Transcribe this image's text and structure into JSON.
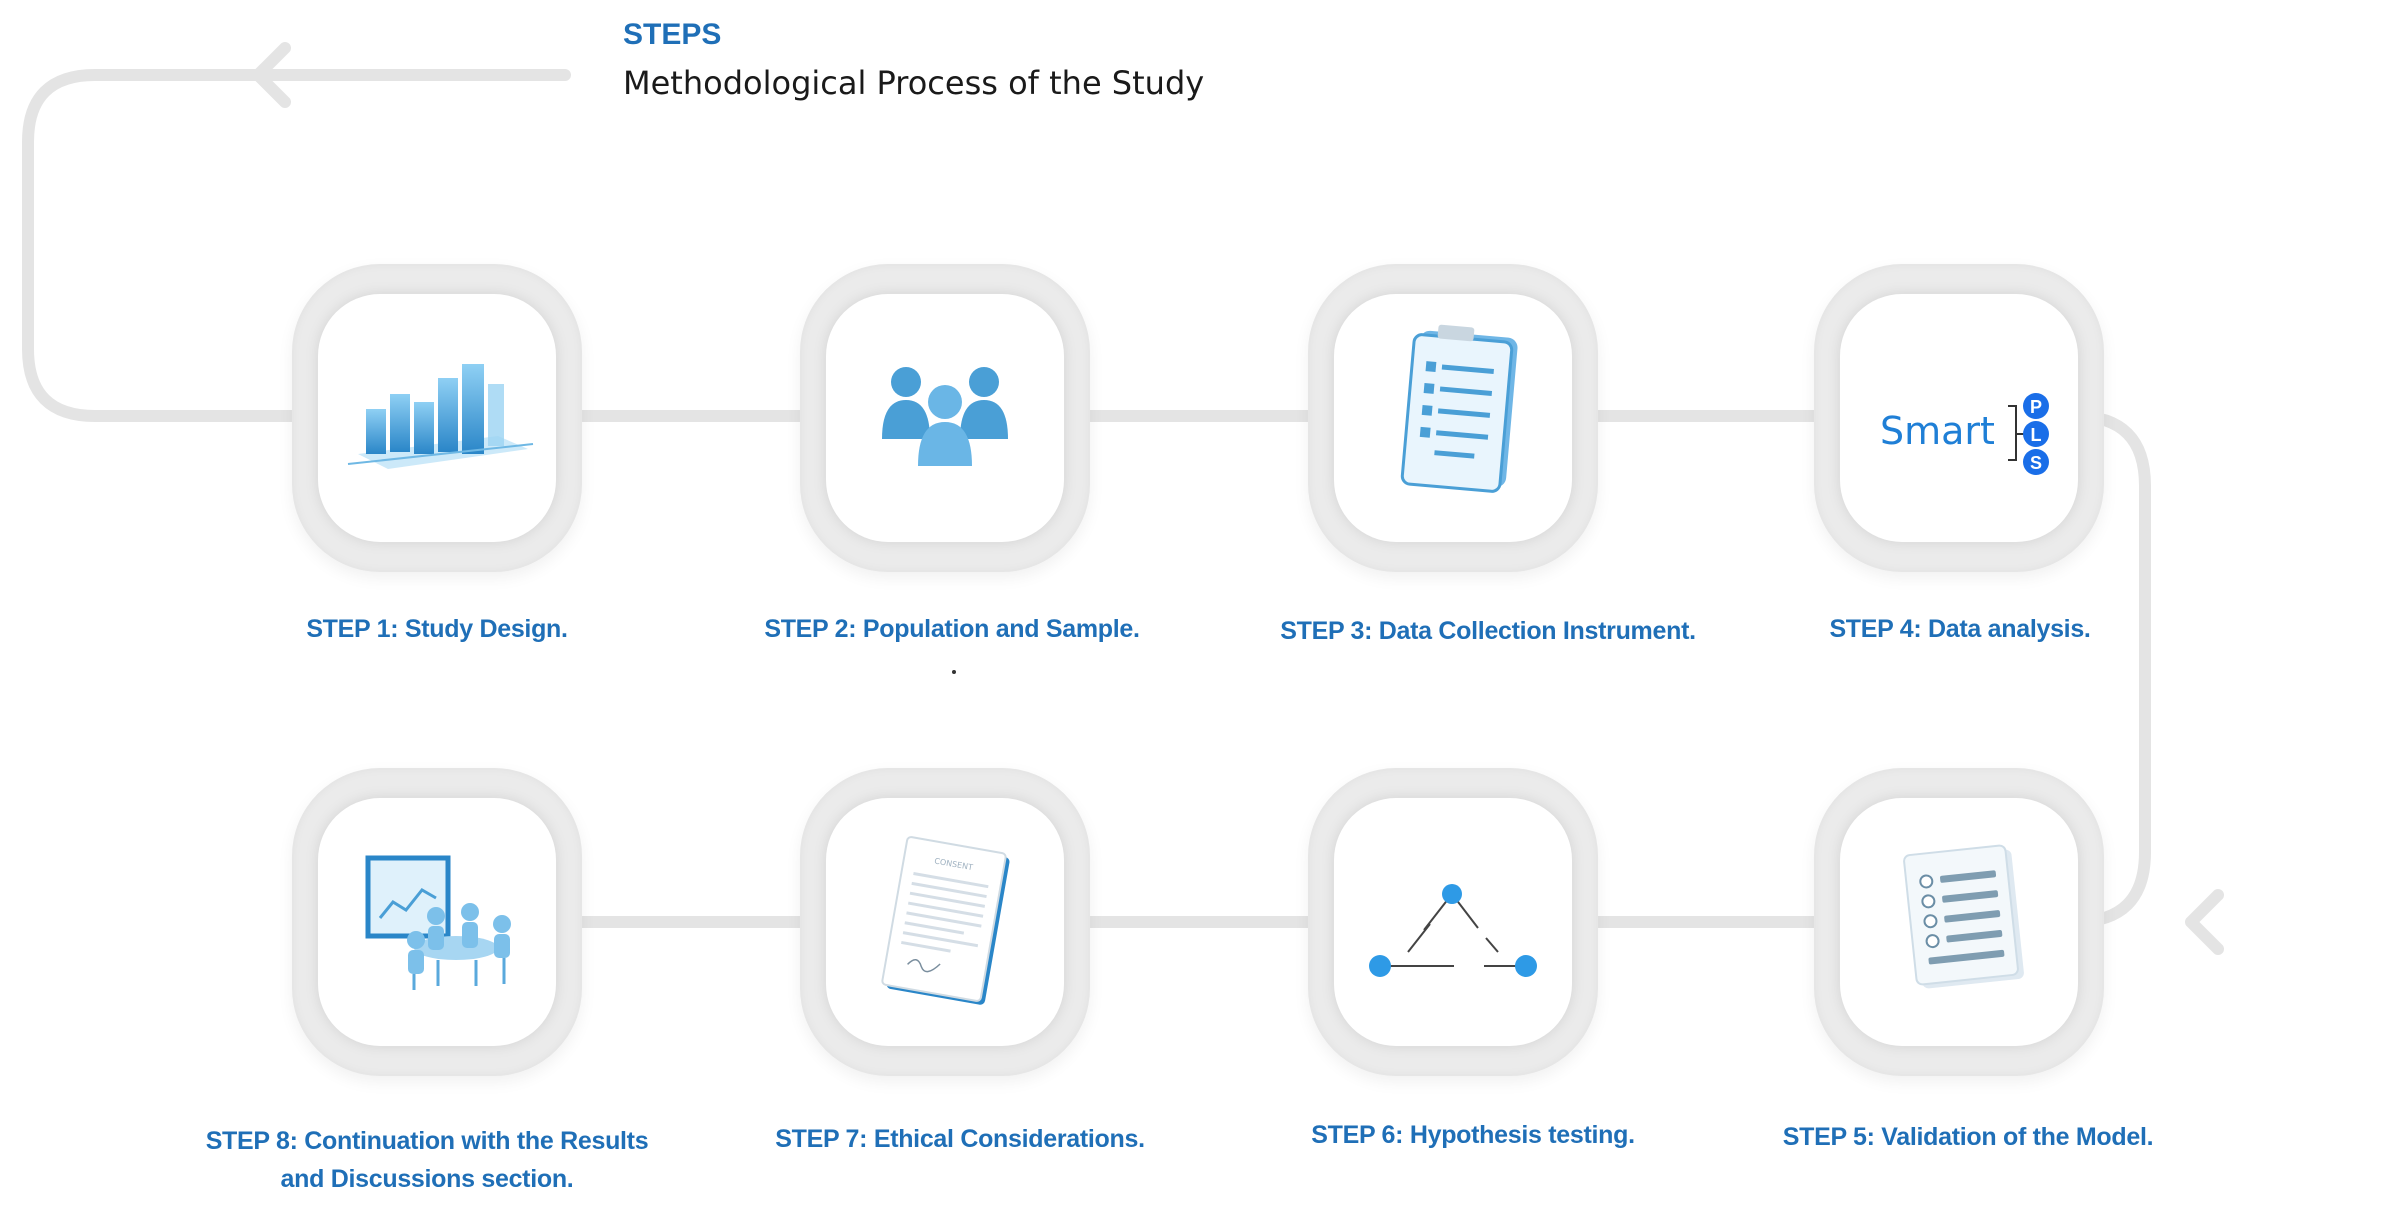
{
  "header": {
    "title": "STEPS",
    "subtitle": "Methodological Process of the Study"
  },
  "colors": {
    "accent": "#1f6fb7",
    "icon_blue": "#3c9ad8",
    "icon_light": "#9ad0f0",
    "tile": "#ebebeb",
    "connector": "#e3e3e3"
  },
  "steps": [
    {
      "label": "STEP 1: Study Design.",
      "icon": "bar-chart-icon"
    },
    {
      "label": "STEP 2: Population and Sample.",
      "icon": "people-group-icon"
    },
    {
      "label": "STEP 3: Data Collection Instrument.",
      "icon": "clipboard-checklist-icon"
    },
    {
      "label": "STEP 4: Data analysis.",
      "icon": "smartpls-logo-icon",
      "logo_text": "Smart",
      "logo_letters": [
        "P",
        "L",
        "S"
      ]
    },
    {
      "label": "STEP 5: Validation of the Model.",
      "icon": "checklist-document-icon"
    },
    {
      "label": "STEP 6: Hypothesis testing.",
      "icon": "triangle-network-icon"
    },
    {
      "label": "STEP 7: Ethical Considerations.",
      "icon": "consent-document-icon",
      "doc_heading": "CONSENT"
    },
    {
      "label_line1": "STEP 8: Continuation with the Results",
      "label_line2": "and Discussions section.",
      "icon": "presentation-meeting-icon"
    }
  ]
}
